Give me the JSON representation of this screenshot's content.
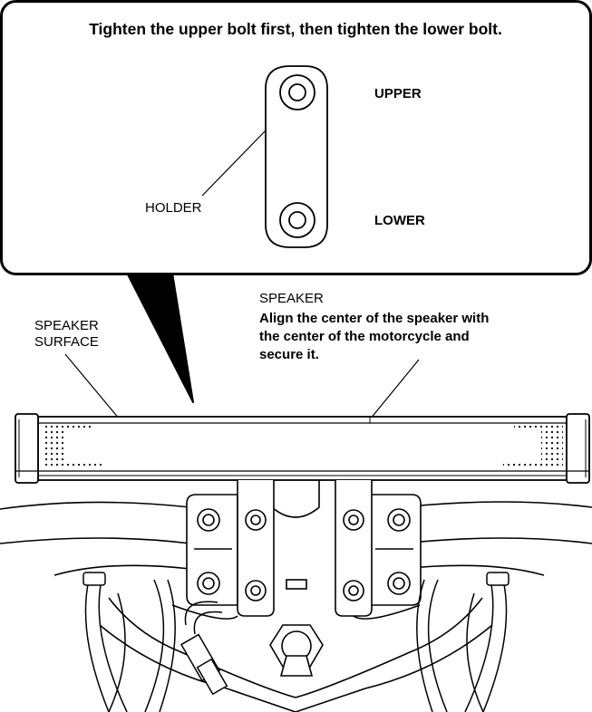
{
  "callout": {
    "instruction": "Tighten the upper bolt first, then tighten the lower bolt.",
    "holder_label": "HOLDER",
    "upper_label": "UPPER",
    "lower_label": "LOWER"
  },
  "labels": {
    "speaker_surface_line1": "SPEAKER",
    "speaker_surface_line2": "SURFACE",
    "speaker_title": "SPEAKER",
    "speaker_note_line1": "Align the center of the speaker with",
    "speaker_note_line2": "the center of the motorcycle and",
    "speaker_note_line3": "secure it."
  }
}
